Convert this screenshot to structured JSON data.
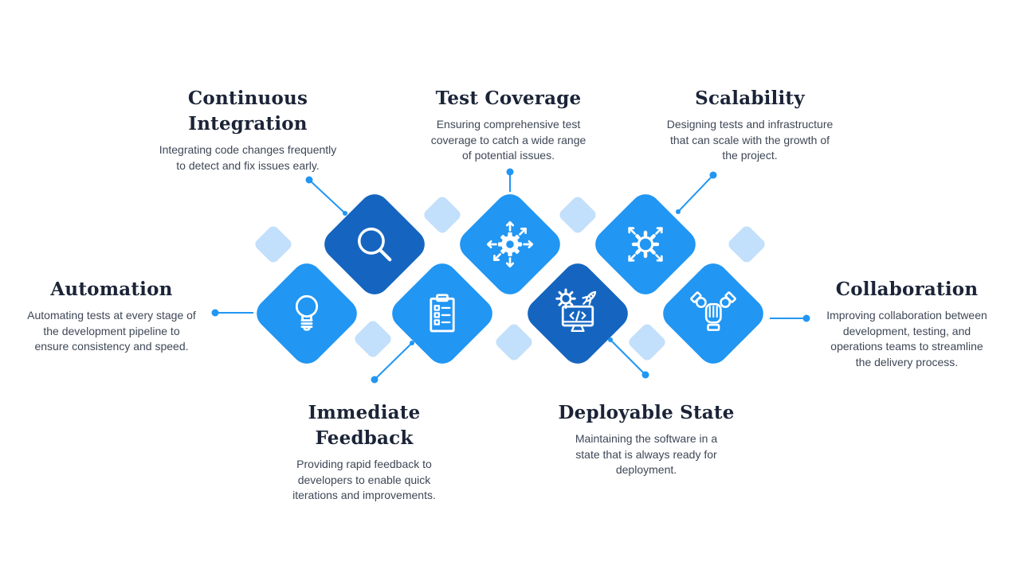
{
  "palette": {
    "dark_blue": "#1565C0",
    "bright_blue": "#2196F3",
    "light_blue": "#C2DFFB",
    "line_blue": "#2196F3",
    "title_color": "#1B2437",
    "body_color": "#3E4756",
    "bg": "#FFFFFF",
    "icon_color": "#FFFFFF"
  },
  "items": [
    {
      "id": "continuous-integration",
      "title": "Continuous Integration",
      "description": "Integrating code changes frequently\nto detect and fix issues early.",
      "icon": "magnifier-icon",
      "diamond_style": "dark"
    },
    {
      "id": "test-coverage",
      "title": "Test Coverage",
      "description": "Ensuring comprehensive test\ncoverage to catch a wide range\nof potential issues.",
      "icon": "gear-distribute-arrows-icon",
      "diamond_style": "bright"
    },
    {
      "id": "scalability",
      "title": "Scalability",
      "description": "Designing tests and infrastructure\nthat can scale with the growth of\nthe project.",
      "icon": "gear-expand-arrows-icon",
      "diamond_style": "bright"
    },
    {
      "id": "automation",
      "title": "Automation",
      "description": "Automating tests at every stage of\nthe development pipeline to\nensure consistency and speed.",
      "icon": "lightbulb-icon",
      "diamond_style": "bright"
    },
    {
      "id": "collaboration",
      "title": "Collaboration",
      "description": "Improving collaboration between\ndevelopment, testing, and\noperations teams to streamline\nthe delivery process.",
      "icon": "team-hands-icon",
      "diamond_style": "bright"
    },
    {
      "id": "immediate-feedback",
      "title": "Immediate Feedback",
      "description": "Providing rapid feedback to\ndevelopers to enable quick\niterations and improvements.",
      "icon": "checklist-clipboard-icon",
      "diamond_style": "bright"
    },
    {
      "id": "deployable-state",
      "title": "Deployable State",
      "description": "Maintaining the software in a\nstate that is always ready for\ndeployment.",
      "icon": "deploy-monitor-icon",
      "diamond_style": "dark"
    }
  ]
}
